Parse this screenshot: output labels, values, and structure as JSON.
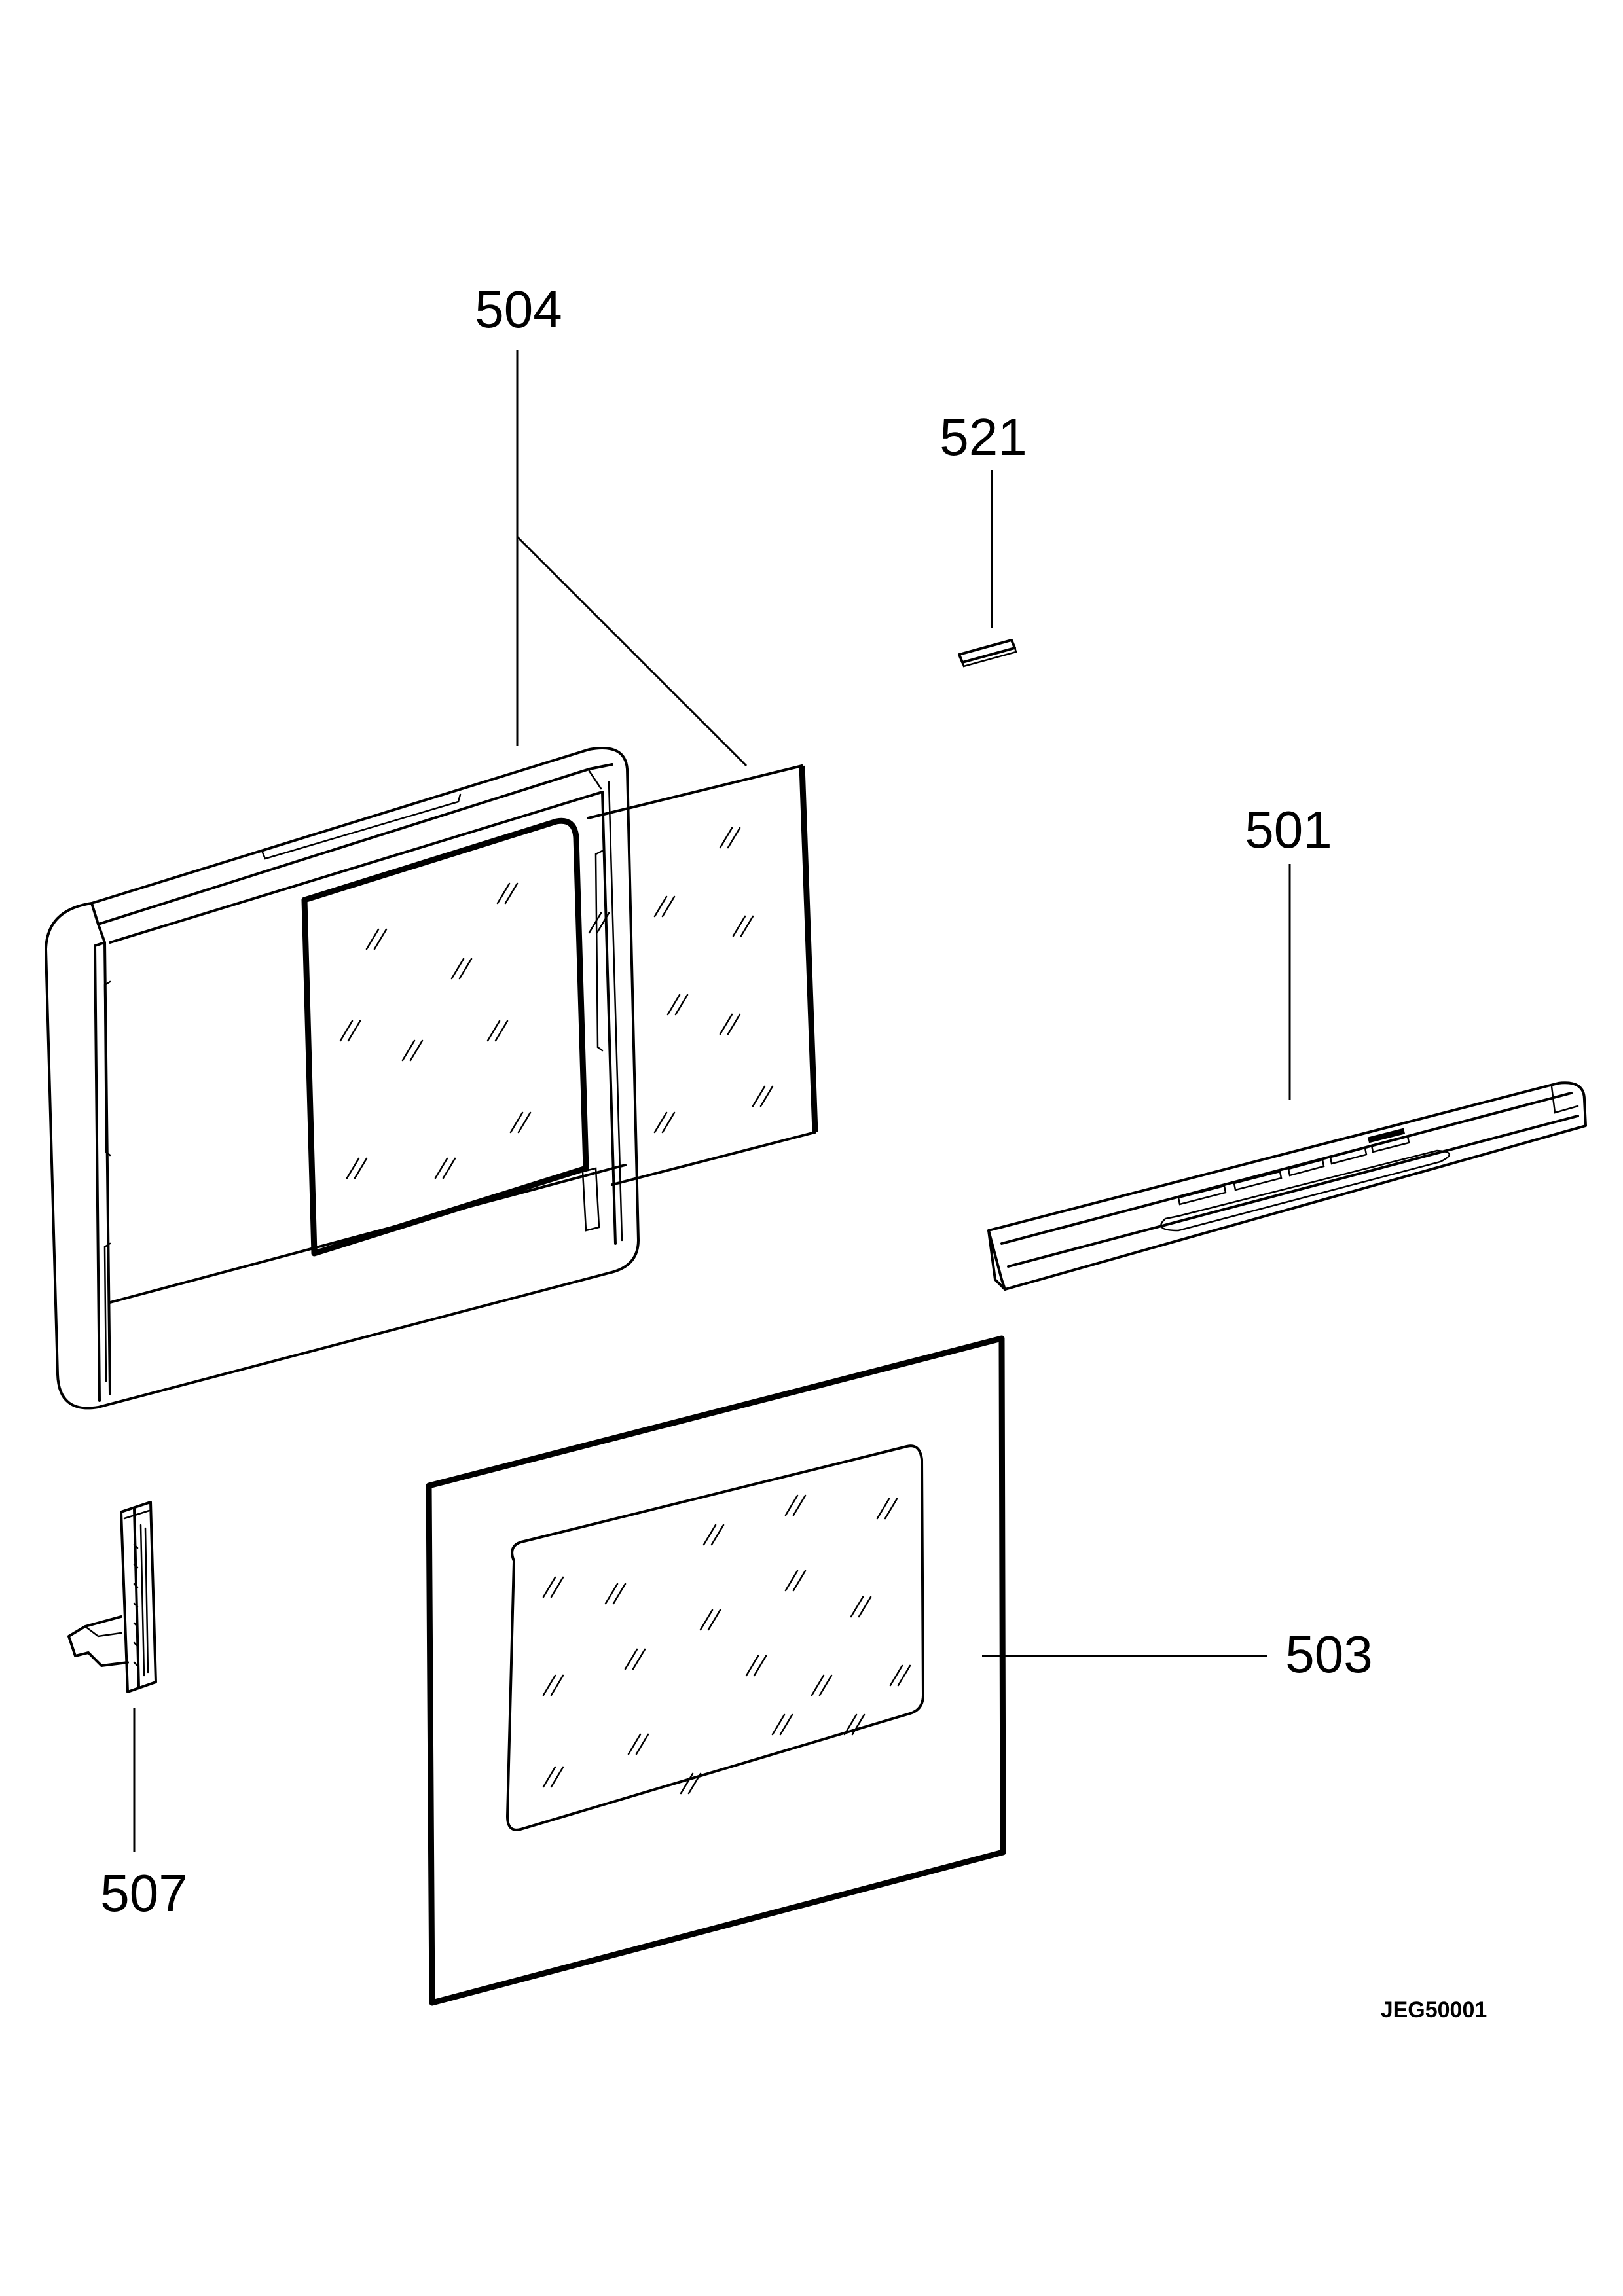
{
  "diagram": {
    "callouts": {
      "p504": "504",
      "p521": "521",
      "p501": "501",
      "p503": "503",
      "p507": "507"
    },
    "drawing_code": "JEG50001"
  }
}
